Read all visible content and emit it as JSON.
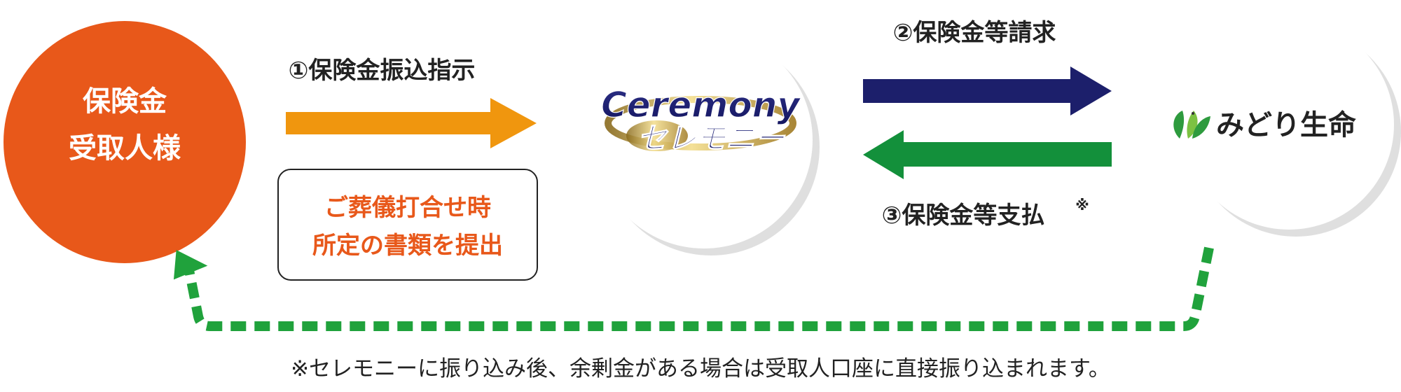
{
  "recipient": {
    "line1": "保険金",
    "line2": "受取人様"
  },
  "step1_label": "①保険金振込指示",
  "funeral_note": {
    "line1": "ご葬儀打合せ時",
    "line2": "所定の書類を提出"
  },
  "ceremony_logo": {
    "en": "Ceremony",
    "ja": "セレモニー"
  },
  "step2_label": "②保険金等請求",
  "step3_label": "③保険金等支払",
  "step3_mark": "※",
  "insurer": {
    "name": "みどり生命"
  },
  "footnote": "※セレモニーに振り込み後、余剰金がある場合は受取人口座に直接振り込まれます。",
  "colors": {
    "recipient": "#E8581A",
    "orange_arrow": "#F0960E",
    "navy_arrow": "#1C1F6B",
    "green_arrow": "#13903B",
    "dashed_arrow": "#20A23C",
    "note_text": "#E8581A",
    "text": "#222222"
  },
  "icons": {
    "insurer_logo": "leaf-bird-icon",
    "ceremony_logo": "ceremony-logo-icon"
  }
}
